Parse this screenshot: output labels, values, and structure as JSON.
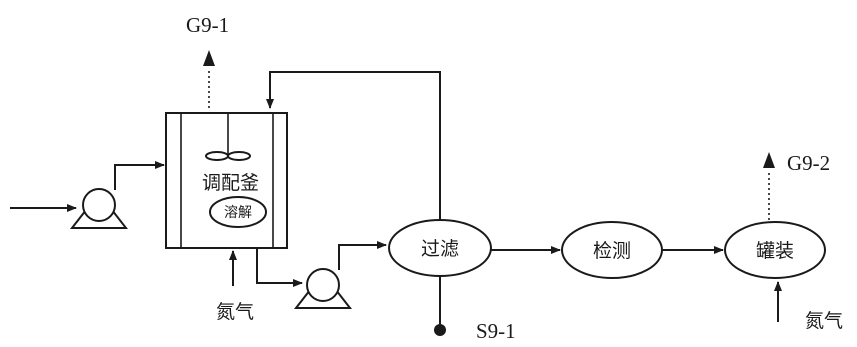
{
  "emissions": {
    "g9_1": "G9-1",
    "g9_2": "G9-2"
  },
  "solid_waste": {
    "s9_1": "S9-1"
  },
  "vessel": {
    "label": "调配釜",
    "inner_label": "溶解"
  },
  "process_steps": {
    "filter": "过滤",
    "inspect": "检测",
    "fill": "罐装"
  },
  "inputs": {
    "nitrogen_vessel": "氮气",
    "nitrogen_fill": "氮气"
  }
}
